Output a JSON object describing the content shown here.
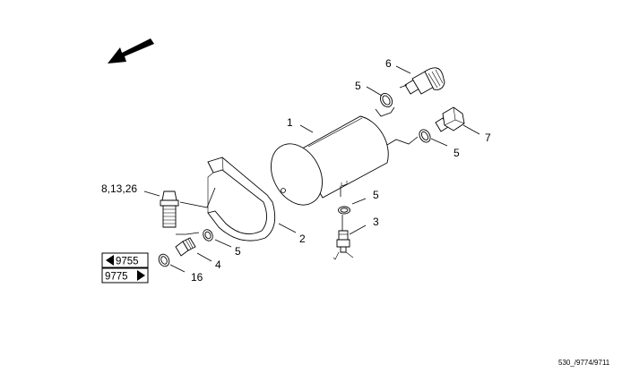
{
  "diagram": {
    "callouts": {
      "tank": "1",
      "bracket": "2",
      "drain_valve": "3",
      "hose_nipple": "4",
      "seal_drain": "5",
      "seal_top": "5",
      "seal_side": "5",
      "seal_nipple": "5",
      "check_valve": "6",
      "plug": "7",
      "connector_group": "8,13,26",
      "seal_bottom": "16"
    },
    "references": {
      "ref_back": "9755",
      "ref_forward": "9775"
    },
    "footer_code": "530_/9774/9711"
  }
}
